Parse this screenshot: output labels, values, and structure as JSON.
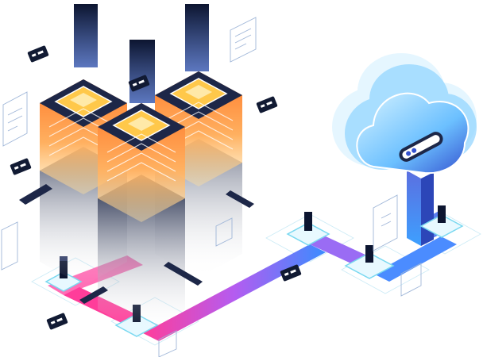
{
  "illustration": {
    "subject": "isometric-data-center-to-cloud",
    "elements": [
      "server-tower-left",
      "server-tower-right",
      "server-tower-front",
      "cloud",
      "cloud-connector-pipe",
      "data-path",
      "network-node",
      "floating-chip-tag",
      "floating-panel"
    ]
  },
  "palette": {
    "server_top": "#1d2748",
    "server_core": "#ffc84a",
    "server_glow": "#ff6a2a",
    "server_body": "#2a3763",
    "tower_dark": "#0c1530",
    "tower_light": "#4a68b8",
    "path_magenta": "#ff3d9a",
    "path_violet": "#8b5cf6",
    "path_blue": "#3b8cff",
    "cloud_light": "#bfeaff",
    "cloud_mid": "#5fb8ff",
    "cloud_dark": "#3452d0",
    "wire": "#79d8f0"
  }
}
